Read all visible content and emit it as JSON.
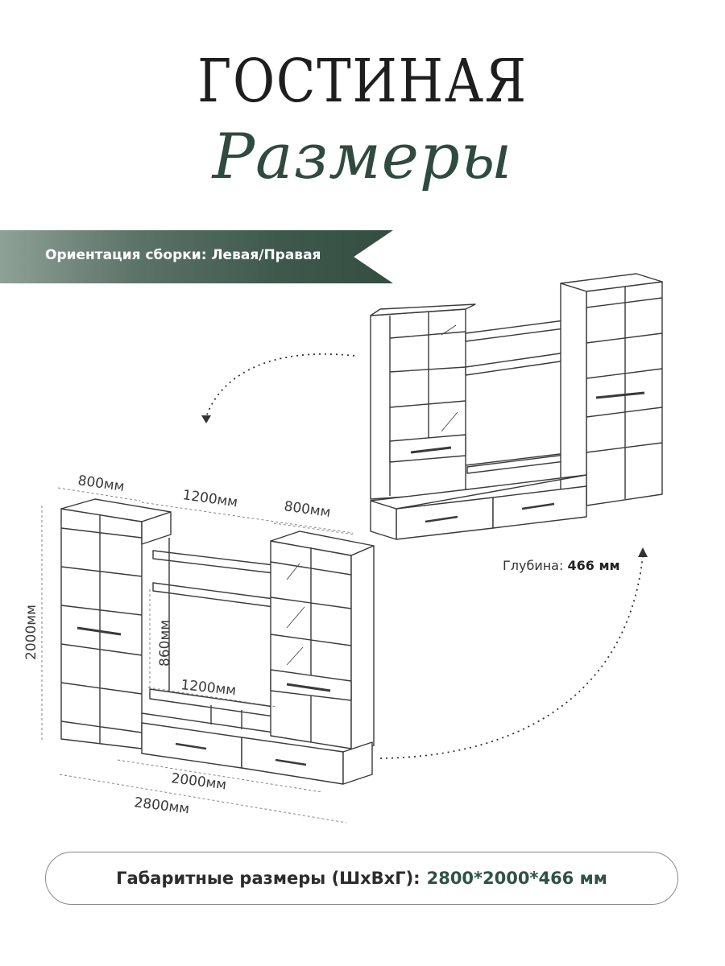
{
  "title": "ГОСТИНАЯ",
  "subtitle": "Размеры",
  "ribbon": {
    "text": "Ориентация сборки: Левая/Правая"
  },
  "dimensions": {
    "left_cabinet_width": "800мм",
    "middle_width": "1200мм",
    "right_cabinet_width": "800мм",
    "height": "2000мм",
    "shelf_height": "860мм",
    "shelf_width": "1200мм",
    "base_width": "2000мм",
    "total_width": "2800мм"
  },
  "depth": {
    "label": "Глубина:",
    "value": "466 мм"
  },
  "overall": {
    "label": "Габаритные размеры (ШхВхГ):",
    "value": "2800*2000*466 мм"
  },
  "colors": {
    "accent": "#2e5344",
    "ribbon": "#3f5a4d"
  }
}
